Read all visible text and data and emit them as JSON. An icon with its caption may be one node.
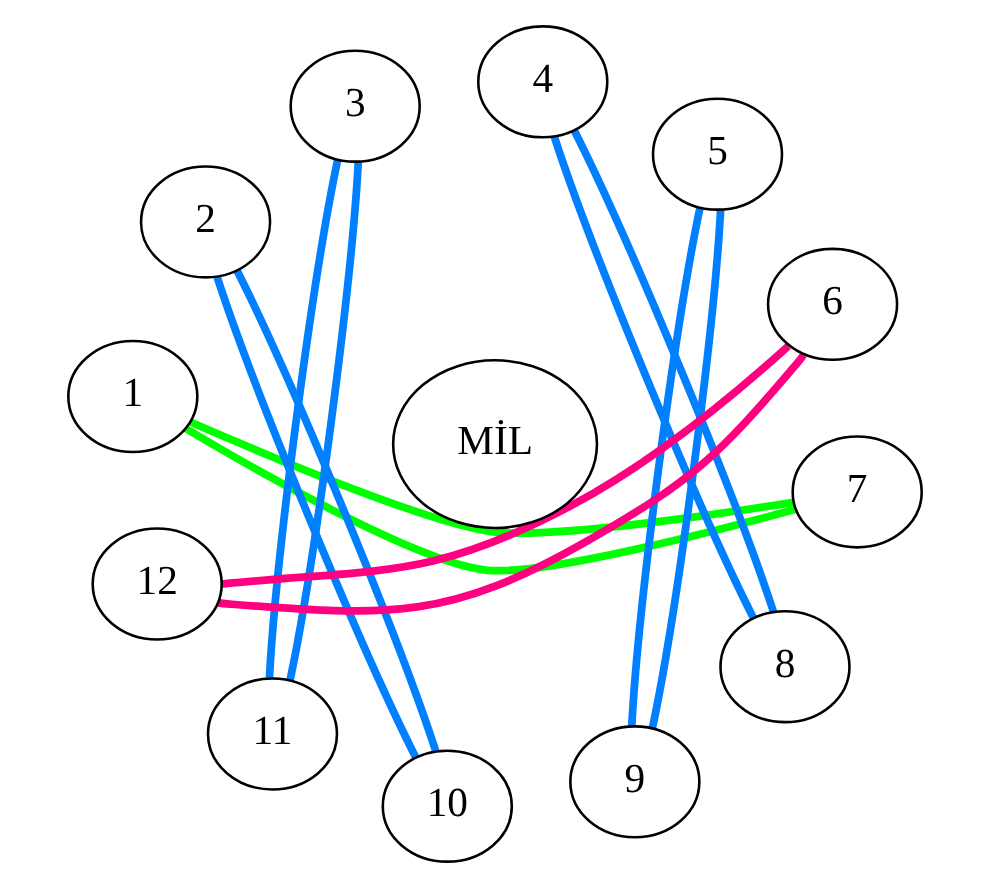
{
  "diagram": {
    "nodes": [
      {
        "text": [
          "1"
        ]
      },
      {
        "text": [
          "2"
        ]
      },
      {
        "text": [
          "3"
        ]
      },
      {
        "text": [
          "4"
        ]
      },
      {
        "text": [
          "5"
        ]
      },
      {
        "text": [
          "6"
        ]
      },
      {
        "text": [
          "7"
        ]
      },
      {
        "text": [
          "8"
        ]
      },
      {
        "text": [
          "9"
        ]
      },
      {
        "text": [
          "10"
        ]
      },
      {
        "text": [
          "11"
        ]
      },
      {
        "text": [
          "12"
        ]
      },
      {
        "text": [
          "MİL"
        ]
      }
    ],
    "edges": [
      {
        "from": 0,
        "to": 6,
        "arrow": "none",
        "color": "#00ff00"
      },
      {
        "from": 0,
        "to": 6,
        "arrow": "none",
        "color": "#00ff00"
      },
      {
        "from": 11,
        "to": 5,
        "arrow": "none",
        "color": "#ff0080"
      },
      {
        "from": 11,
        "to": 5,
        "arrow": "none",
        "color": "#ff0080"
      },
      {
        "from": 10,
        "to": 2,
        "arrow": "none"
      },
      {
        "from": 10,
        "to": 2,
        "arrow": "none"
      },
      {
        "from": 9,
        "to": 1,
        "arrow": "none"
      },
      {
        "from": 9,
        "to": 1,
        "arrow": "none"
      },
      {
        "from": 8,
        "to": 4,
        "arrow": "none"
      },
      {
        "from": 8,
        "to": 4,
        "arrow": "none"
      },
      {
        "from": 7,
        "to": 3,
        "arrow": "none"
      },
      {
        "from": 7,
        "to": 3,
        "arrow": "none"
      }
    ]
  }
}
